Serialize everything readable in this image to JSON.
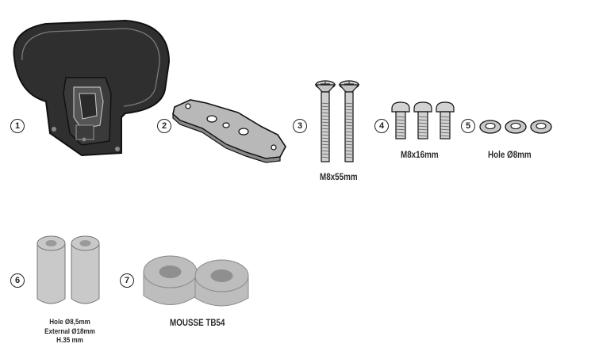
{
  "parts": [
    {
      "number": "1"
    },
    {
      "number": "2"
    },
    {
      "number": "3",
      "label": "M8x55mm"
    },
    {
      "number": "4",
      "label": "M8x16mm"
    },
    {
      "number": "5",
      "label": "Hole Ø8mm"
    },
    {
      "number": "6",
      "label_lines": [
        "Hole Ø8,5mm",
        "External Ø18mm",
        "H.35 mm"
      ]
    },
    {
      "number": "7",
      "label": "MOUSSE TB54"
    }
  ],
  "colors": {
    "ink": "#222222",
    "backrest": "#2f2f2f",
    "metal": "#b8b8b8",
    "foam": "#bdbdbd",
    "spacer": "#c9c9c9"
  }
}
